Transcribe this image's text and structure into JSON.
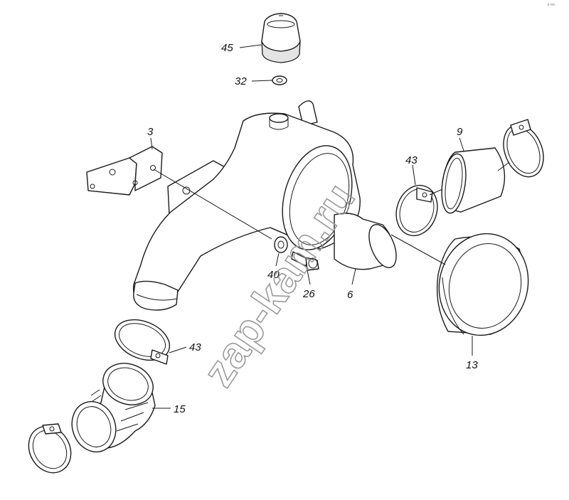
{
  "watermark": "zap-kam.ru",
  "corner_mark": "ᵖ ⁿⁿⁿ",
  "callouts": {
    "c45": "45",
    "c32": "32",
    "c3": "3",
    "c9": "9",
    "c43a": "43",
    "c40": "40",
    "c26": "26",
    "c6": "6",
    "c13": "13",
    "c43b": "43",
    "c15": "15"
  }
}
